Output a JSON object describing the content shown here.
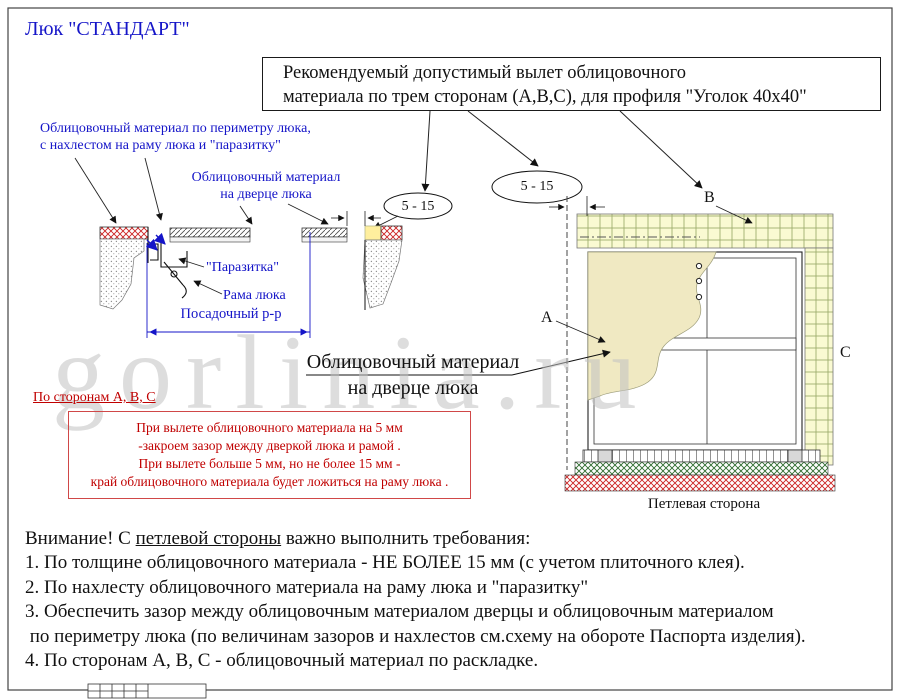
{
  "title": "Люк \"СТАНДАРТ\"",
  "watermark": "gorlinia.ru",
  "header_box": {
    "line1": "Рекомендуемый допустимый вылет облицовочного",
    "line2": "материала по трем сторонам (А,В,С), для профиля \"Уголок 40x40\""
  },
  "diagram": {
    "perimeter_label_line1": "Облицовочный материал по периметру люка,",
    "perimeter_label_line2": "с нахлестом на раму люка и \"паразитку\"",
    "door_label_line1": "Облицовочный материал",
    "door_label_line2": "на дверце люка",
    "dim_left": "5 - 15",
    "dim_right": "5 - 15",
    "parasitka": "\"Паразитка\"",
    "frame": "Рама люка",
    "seat_dim": "Посадочный р-р",
    "side_a": "А",
    "side_b": "В",
    "side_c": "С",
    "door_big_line1": "Облицовочный материал",
    "door_big_line2": "на дверце люка",
    "hinge_side": "Петлевая сторона"
  },
  "red_note": {
    "heading": "По сторонам А, В, С",
    "line1": "При вылете облицовочного материала  на 5 мм",
    "line2": "-закроем зазор между дверкой люка и рамой .",
    "line3": "При вылете больше 5 мм, но не более 15 мм -",
    "line4": "край облицовочного материала будет ложиться на раму люка ."
  },
  "requirements": {
    "intro_prefix": "Внимание! С ",
    "intro_underline": "петлевой стороны",
    "intro_suffix": " важно выполнить требования:",
    "items": [
      "1. По толщине облицовочного материала - НЕ БОЛЕЕ 15 мм (с учетом плиточного клея).",
      "2. По нахлесту облицовочного материала на раму люка и \"паразитку\"",
      "3. Обеспечить зазор между облицовочным материалом дверцы и облицовочным материалом",
      " по периметру люка (по величинам зазоров и нахлестов см.схему на обороте Паспорта изделия).",
      "4. По сторонам А, В, С - облицовочный материал по раскладке."
    ]
  }
}
